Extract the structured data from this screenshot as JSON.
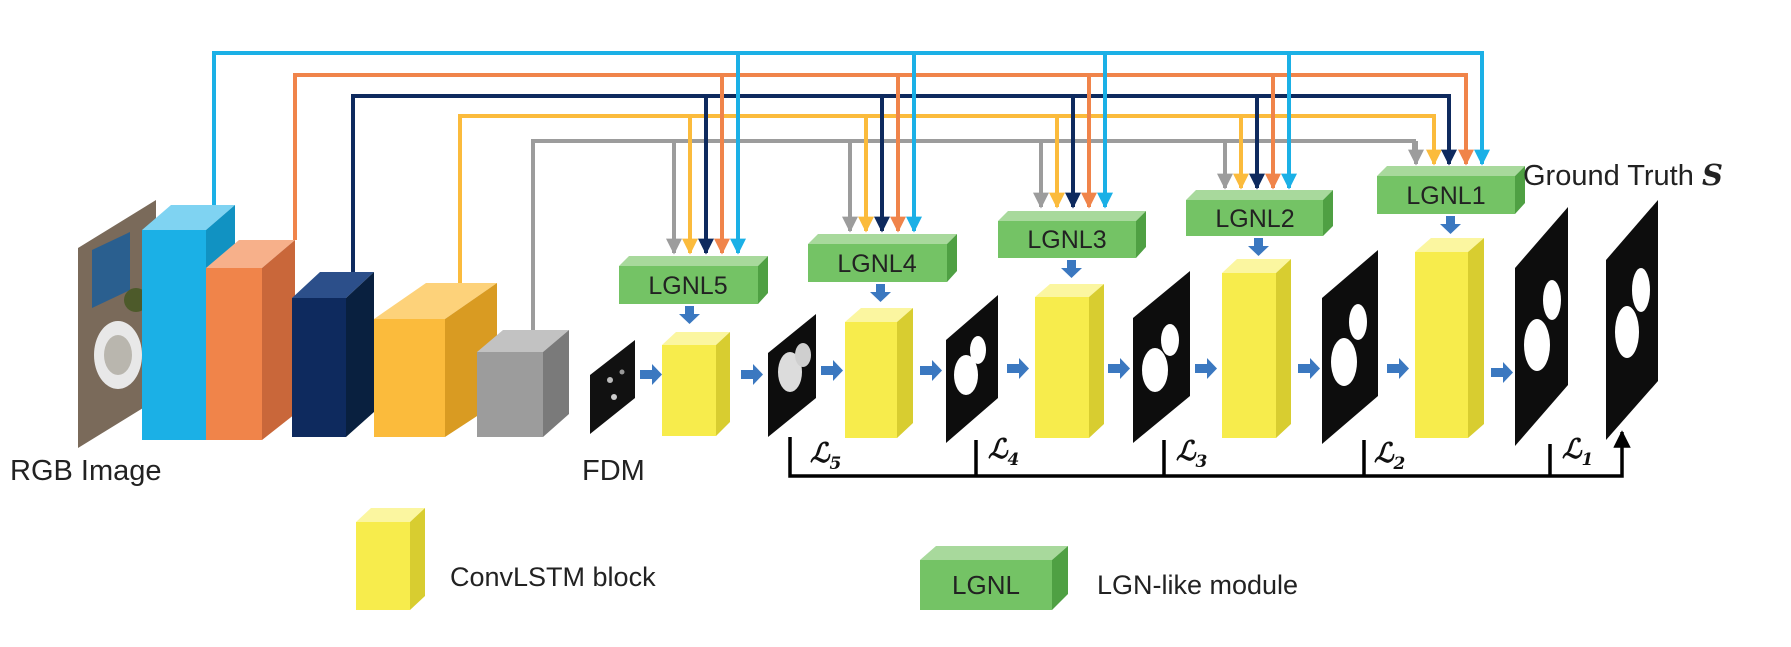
{
  "labels": {
    "rgb_image": "RGB Image",
    "fdm": "FDM",
    "ground_truth": "Ground Truth",
    "ground_truth_symbol": "S"
  },
  "lgnl_modules": [
    "LGNL5",
    "LGNL4",
    "LGNL3",
    "LGNL2",
    "LGNL1"
  ],
  "loss_labels": [
    {
      "symbol": "ℒ",
      "sub": "5"
    },
    {
      "symbol": "ℒ",
      "sub": "4"
    },
    {
      "symbol": "ℒ",
      "sub": "3"
    },
    {
      "symbol": "ℒ",
      "sub": "2"
    },
    {
      "symbol": "ℒ",
      "sub": "1"
    }
  ],
  "legend": {
    "convlstm_label": "ConvLSTM block",
    "lgnl_box_text": "LGNL",
    "lgnl_label": "LGN-like module"
  },
  "colors": {
    "light_blue": "#1bb0e6",
    "orange": "#f0844a",
    "navy": "#0e2a5e",
    "amber": "#fbbb3c",
    "gray": "#9c9c9c",
    "yellow": "#f7ec4c",
    "green": "#74c365",
    "arrow_blue": "#3b78c0"
  }
}
